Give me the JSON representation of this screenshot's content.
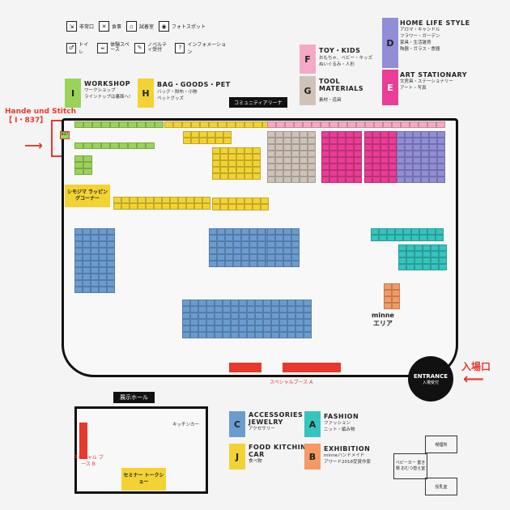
{
  "legend_top": [
    {
      "icon": "exit-icon",
      "label": "非常口"
    },
    {
      "icon": "food-icon",
      "label": "食事"
    },
    {
      "icon": "fitting-icon",
      "label": "試着室"
    },
    {
      "icon": "camera-icon",
      "label": "フォトスポット"
    },
    {
      "icon": "toilet-icon",
      "label": "トイレ"
    },
    {
      "icon": "experience-icon",
      "label": "体験スペース"
    },
    {
      "icon": "novelty-icon",
      "label": "ノベルティ受付"
    },
    {
      "icon": "info-icon",
      "label": "インフォメーション"
    }
  ],
  "categories": {
    "I": {
      "letter": "I",
      "title": "WORKSHOP",
      "sub": "ワークショップ",
      "sub2": "ラインナップは裏面へ!",
      "color": "#9bd35a"
    },
    "H": {
      "letter": "H",
      "title": "BAG・GOODS・PET",
      "sub": "バッグ・財布・小物",
      "sub2": "ペットグッズ",
      "color": "#f3d333"
    },
    "F": {
      "letter": "F",
      "title": "TOY・KIDS",
      "sub": "おもちゃ、ベビー・キッズ",
      "sub2": "ぬいぐるみ・人形",
      "color": "#f6a9c6"
    },
    "G": {
      "letter": "G",
      "title": "TOOL MATERIALS",
      "sub": "素材・道具",
      "sub2": "",
      "color": "#cfc3b8"
    },
    "D": {
      "letter": "D",
      "title": "HOME LIFE STYLE",
      "sub": "アロマ・キャンドル",
      "sub2": "フラワー・ガーデン",
      "sub3": "家具・生活雑貨",
      "sub4": "陶器・ガラス・食器",
      "color": "#8f8ed6"
    },
    "E": {
      "letter": "E",
      "title": "ART STATIONARY",
      "sub": "文房具・ステーショナリー",
      "sub2": "アート・写真",
      "color": "#ea3d95"
    },
    "C": {
      "letter": "C",
      "title": "ACCESSORIES JEWELRY",
      "sub": "アクセサリー",
      "color": "#6b9cd0"
    },
    "J": {
      "letter": "J",
      "title": "FOOD KITCHIN CAR",
      "sub": "食べ物",
      "color": "#f3d333"
    },
    "A": {
      "letter": "A",
      "title": "FASHION",
      "sub": "ファッション",
      "sub2": "ニット・編み物",
      "color": "#35c4be"
    },
    "B": {
      "letter": "B",
      "title": "EXHIBITION",
      "sub": "minneハンドメイド",
      "sub2": "アワード2018受賞作家",
      "color": "#f59a64"
    }
  },
  "highlight": {
    "name": "Hande und Stitch",
    "booth": "【 I・837】",
    "booth_id": "837",
    "color": "#e8372c"
  },
  "labels": {
    "community_arena": "コミュニティアリーナ",
    "shimoma": "シモジマ ラッピングコーナー",
    "special_booth_a": "スペシャルブース A",
    "special_booth_b": "スペシャル ブース B",
    "minne_area": "minne エリア",
    "entrance": "ENTRANCE",
    "entrance_sub": "入場受付",
    "entrance_jp": "入場口",
    "exhibition_hall": "展示ホール",
    "kitchen_car": "キッチンカー",
    "seminar": "セミナー トークショー",
    "baby_car": "ベビーカー 置き場 おむつ替え室",
    "lounge": "喫煙所",
    "milk": "授乳室"
  }
}
